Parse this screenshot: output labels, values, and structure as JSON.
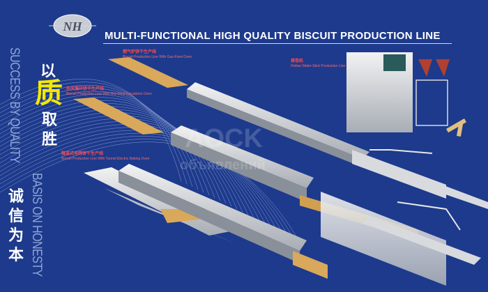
{
  "header": {
    "title": "MULTI-FUNCTIONAL HIGH QUALITY BISCUIT PRODUCTION LINE"
  },
  "logo": {
    "text": "NH"
  },
  "slogans": {
    "vertical_en_1": "SUCCESS BY QUALITY",
    "vertical_en_2": "BASIS ON HONESTY",
    "cn_1a": "以",
    "cn_1b": "质",
    "cn_1c": "取胜",
    "cn_2": "诚信为本"
  },
  "labels": [
    {
      "zh": "燃气炉饼干生产线",
      "en": "Biscuit Production Line With Gas-Fired Oven"
    },
    {
      "zh": "热风循环饼干生产线",
      "en": "Biscuit Production Line With Hot-Wind Circulation Oven"
    },
    {
      "zh": "隧道式电烤饼干生产线",
      "en": "Biscuit Production Line With Tunnel Electric Baking Oven"
    },
    {
      "zh": "蛋卷机",
      "en": "Hollow Wafer-Stick Production Line"
    }
  ],
  "watermark": {
    "line1": "AOCK",
    "line2": "объявлений"
  },
  "colors": {
    "background": "#1d3a8c",
    "accent": "#f4e800",
    "label": "#ff4a4a"
  }
}
